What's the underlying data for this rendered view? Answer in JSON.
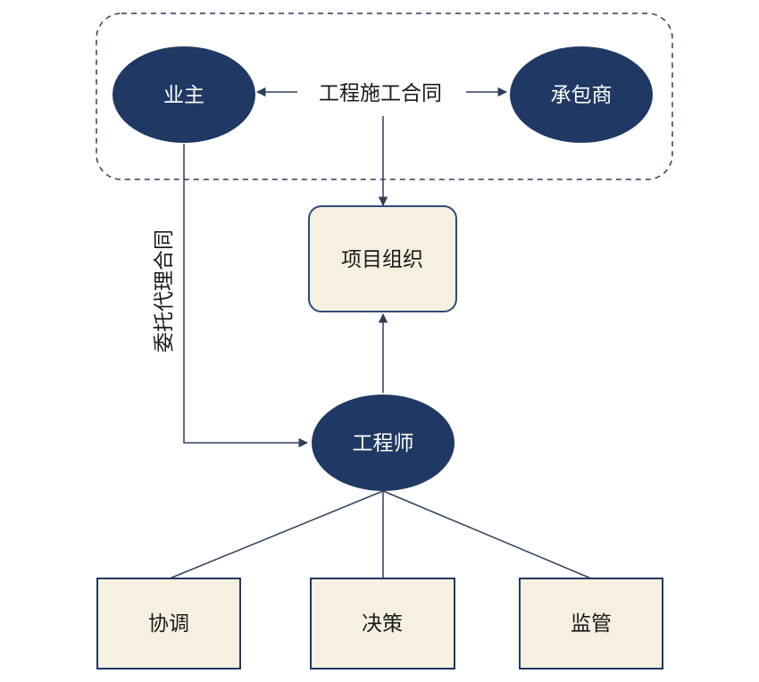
{
  "colors": {
    "navy": "#1f3864",
    "line": "#2e3f5c",
    "box_fill": "#f5f0e0",
    "box_border": "#1f3864",
    "rounded_box_border": "#2e4b7a",
    "ellipse_text": "#ffffff",
    "box_text": "#1a1a1a",
    "dashed": "#2e3f5c"
  },
  "nodes": {
    "owner": "业主",
    "contractor": "承包商",
    "project_org": "项目组织",
    "engineer": "工程师",
    "coordination": "协调",
    "decision": "决策",
    "supervision": "监管"
  },
  "edges": {
    "construction_contract": "工程施工合同",
    "entrusted_agency_contract": "委托代理合同"
  }
}
